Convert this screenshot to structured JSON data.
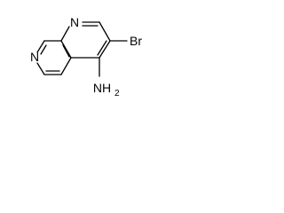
{
  "molecule": {
    "atoms": {
      "ring_n_top": "N",
      "ring_n_left": "N",
      "bromo": "Br",
      "amine_main": "NH",
      "amine_sub": "2"
    }
  }
}
